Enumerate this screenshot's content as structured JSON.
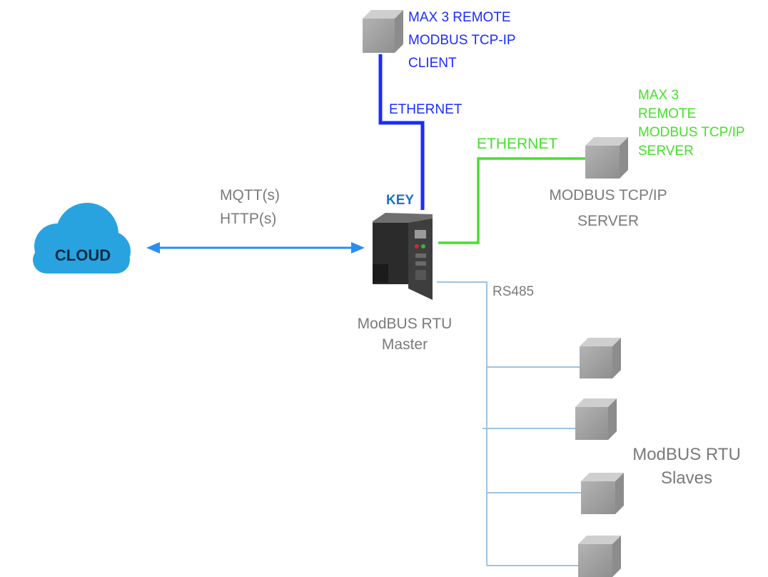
{
  "client": {
    "lines": [
      "MAX 3 REMOTE",
      "MODBUS TCP-IP",
      "CLIENT"
    ],
    "link_label": "ETHERNET",
    "color": "#1a2cff"
  },
  "server": {
    "lines": [
      "MAX 3",
      "REMOTE",
      "MODBUS TCP/IP",
      "SERVER"
    ],
    "link_label": "ETHERNET",
    "color": "#45e02a",
    "caption_lines": [
      "MODBUS TCP/IP",
      "SERVER"
    ]
  },
  "key_label": "KEY",
  "cloud": {
    "label": "CLOUD",
    "color": "#29a3e0"
  },
  "protocols": [
    "MQTT(s)",
    "HTTP(s)"
  ],
  "master": {
    "caption_lines": [
      "ModBUS RTU",
      "Master"
    ]
  },
  "bus": {
    "label": "RS485",
    "color": "#9cc3e6"
  },
  "slaves": {
    "caption_lines": [
      "ModBUS RTU",
      "Slaves"
    ],
    "count": 4
  },
  "arrow_color": "#2a8ef0"
}
